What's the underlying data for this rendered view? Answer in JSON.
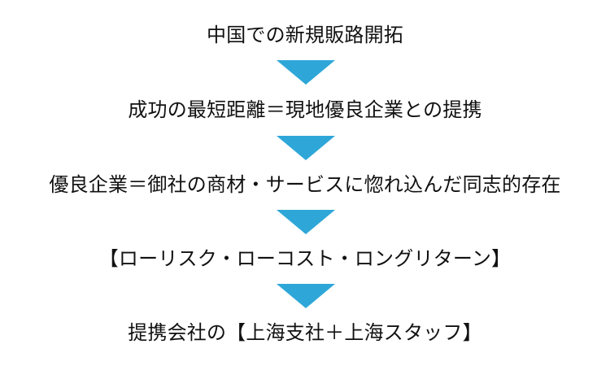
{
  "diagram": {
    "accent_color": "#2ea7d8",
    "steps": [
      {
        "text": "中国での新規販路開拓"
      },
      {
        "text": "成功の最短距離＝現地優良企業との提携"
      },
      {
        "text": "優良企業＝御社の商材・サービスに惚れ込んだ同志的存在"
      },
      {
        "text": "【ローリスク・ローコスト・ロングリターン】"
      },
      {
        "text": "提携会社の【上海支社＋上海スタッフ】"
      }
    ],
    "connector_icon": "down-triangle-arrow-icon"
  }
}
